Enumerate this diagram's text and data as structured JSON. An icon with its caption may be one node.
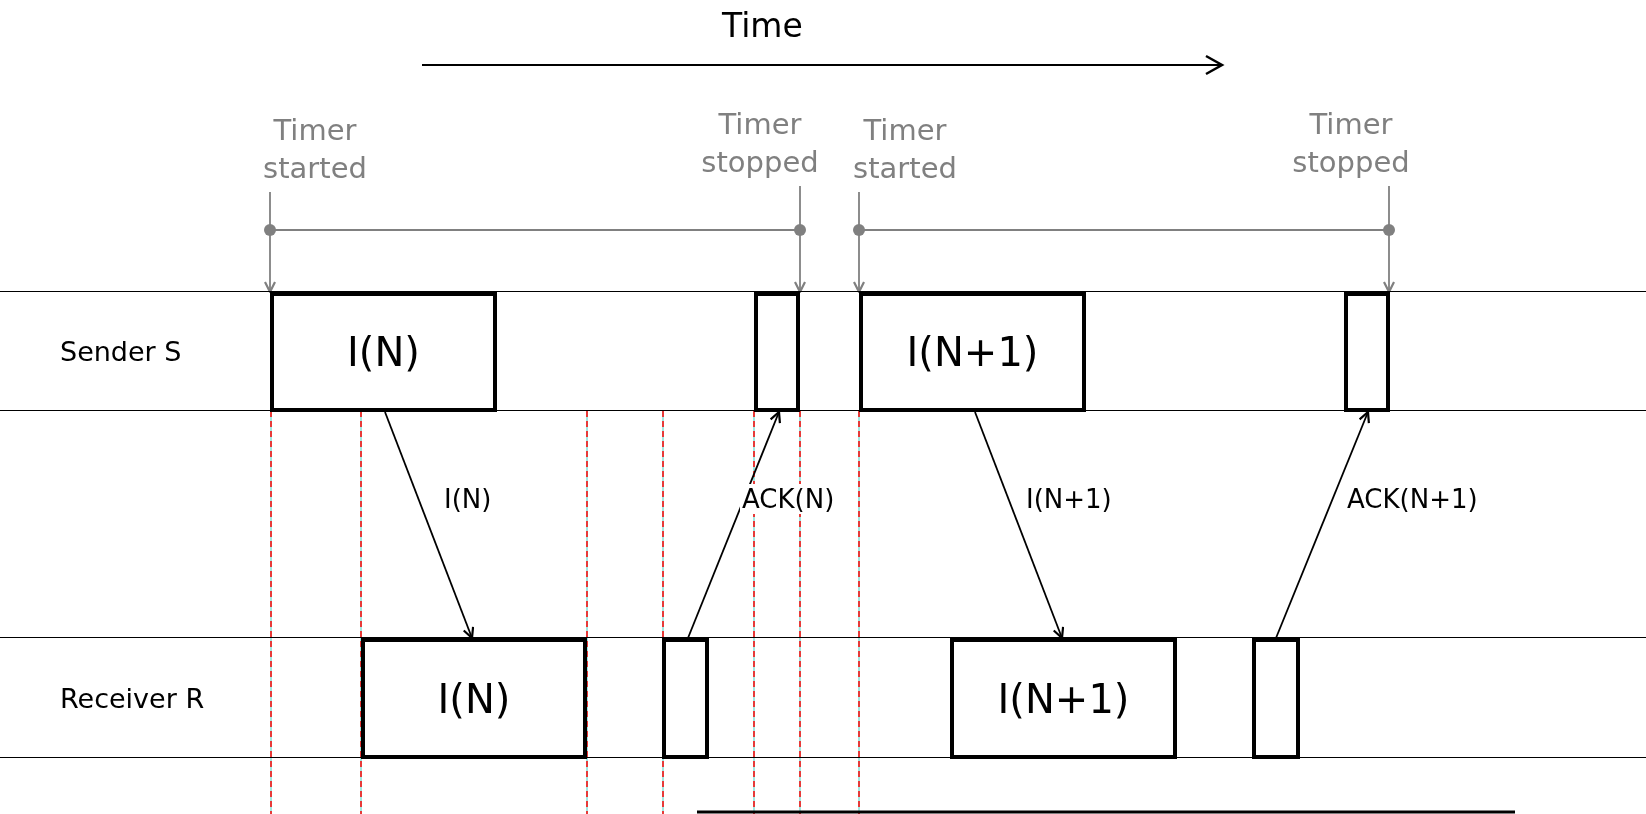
{
  "diagram": {
    "nodes": [
      {
        "text": [
          "Timer started"
        ]
      },
      {
        "text": [
          "Timer stopped"
        ]
      },
      {
        "text": [
          "Timer started"
        ]
      },
      {
        "text": [
          "Timer stopped"
        ]
      },
      {
        "text": [
          "Sender S"
        ]
      },
      {
        "text": [
          "I(N)"
        ],
        "in": 4
      },
      {
        "text": [],
        "shape": "box",
        "in": 4
      },
      {
        "text": [
          "I(N+1)"
        ],
        "in": 4
      },
      {
        "text": [],
        "shape": "box",
        "in": 4
      },
      {
        "text": [
          "Receiver R"
        ]
      },
      {
        "text": [
          "I(N)"
        ],
        "in": 9
      },
      {
        "text": [],
        "shape": "box",
        "in": 9
      },
      {
        "text": [
          "I(N+1)"
        ],
        "in": 9
      },
      {
        "text": [],
        "shape": "box",
        "in": 9
      }
    ],
    "edges": [
      {
        "from": 0,
        "to": 5,
        "arrow": "to",
        "color": "#808080"
      },
      {
        "from": 1,
        "to": 6,
        "arrow": "to",
        "color": "#808080"
      },
      {
        "from": 2,
        "to": 7,
        "arrow": "to",
        "color": "#808080"
      },
      {
        "from": 3,
        "to": 8,
        "arrow": "to",
        "color": "#808080"
      },
      {
        "from": 5,
        "to": 10,
        "arrow": "to",
        "label": "I(N)",
        "color": "#000000"
      },
      {
        "from": 11,
        "to": 6,
        "arrow": "to",
        "label": "ACK(N)",
        "color": "#000000"
      },
      {
        "from": 7,
        "to": 12,
        "arrow": "to",
        "label": "I(N+1)",
        "color": "#000000"
      },
      {
        "from": 13,
        "to": 8,
        "arrow": "to",
        "label": "ACK(N+1)",
        "color": "#000000"
      }
    ],
    "labels": [
      "Time"
    ]
  }
}
